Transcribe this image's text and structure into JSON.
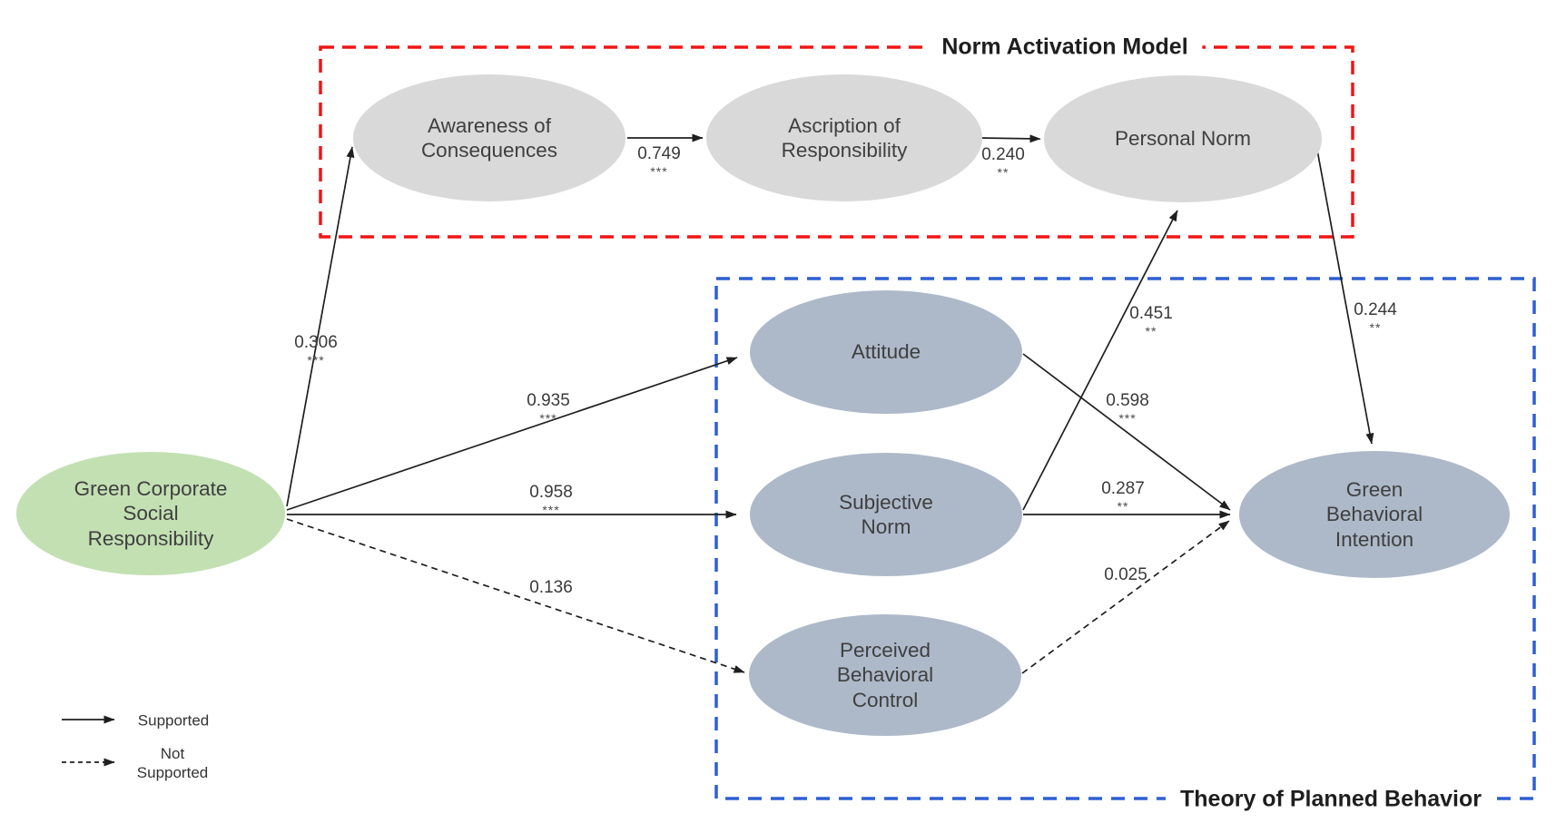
{
  "titles": {
    "nam": "Norm Activation Model",
    "tpb": "Theory of Planned Behavior"
  },
  "nodes": {
    "csr": "Green Corporate\nSocial\nResponsibility",
    "aoc": "Awareness of\nConsequences",
    "aor": "Ascription of\nResponsibility",
    "pn": "Personal Norm",
    "att": "Attitude",
    "sn": "Subjective\nNorm",
    "pbc": "Perceived\nBehavioral\nControl",
    "gbi": "Green\nBehavioral\nIntention"
  },
  "paths": {
    "csr_aoc": {
      "value": "0.306",
      "sig": "***",
      "supported": true
    },
    "csr_att": {
      "value": "0.935",
      "sig": "***",
      "supported": true
    },
    "csr_sn": {
      "value": "0.958",
      "sig": "***",
      "supported": true
    },
    "csr_pbc": {
      "value": "0.136",
      "sig": "",
      "supported": false
    },
    "aoc_aor": {
      "value": "0.749",
      "sig": "***",
      "supported": true
    },
    "aor_pn": {
      "value": "0.240",
      "sig": "**",
      "supported": true
    },
    "sn_pn": {
      "value": "0.451",
      "sig": "**",
      "supported": true
    },
    "att_gbi": {
      "value": "0.598",
      "sig": "***",
      "supported": true
    },
    "sn_gbi": {
      "value": "0.287",
      "sig": "**",
      "supported": true
    },
    "pbc_gbi": {
      "value": "0.025",
      "sig": "",
      "supported": false
    },
    "pn_gbi": {
      "value": "0.244",
      "sig": "**",
      "supported": true
    }
  },
  "legend": {
    "supported": "Supported",
    "not_supported": "Not\nSupported"
  },
  "colors": {
    "nam_border": "#f21515",
    "tpb_border": "#2e5fd3",
    "nam_node_fill": "#d9d9d9",
    "tpb_node_fill": "#adb9c9",
    "csr_node_fill": "#c3e0b3",
    "arrow": "#1f1f1f"
  }
}
